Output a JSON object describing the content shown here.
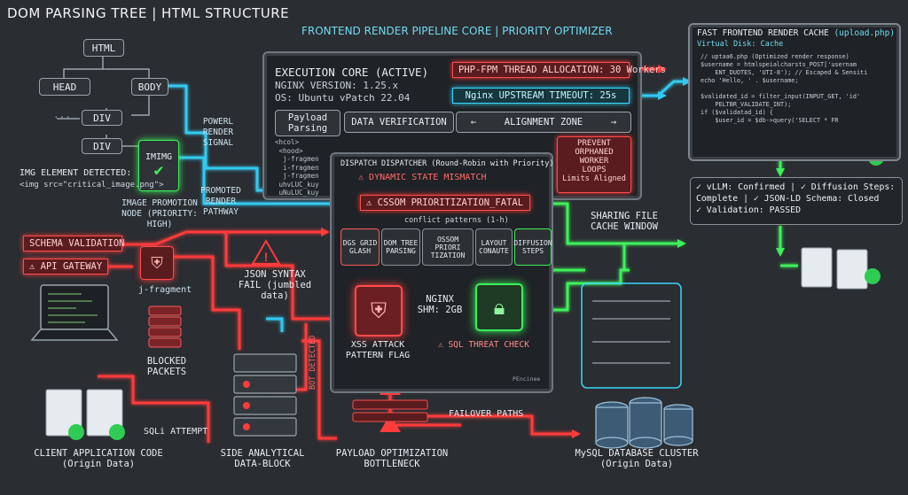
{
  "title": "DOM PARSING TREE | HTML STRUCTURE",
  "pipeline_title": "FRONTEND RENDER PIPELINE CORE | PRIORITY OPTIMIZER",
  "dom_tree": {
    "html": "HTML",
    "head": "HEAD",
    "body": "BODY",
    "dots": "···",
    "div1": "DIV",
    "div2": "DIV",
    "img_node": "IMIMG",
    "img_detected": "IMG ELEMENT DETECTED:",
    "img_src": "<img src=\"critical_image.png\">",
    "img_promo": "IMAGE PROMOTION\nNODE (PRIORITY: HIGH)",
    "signal": "POWERL\nRENDER\nSIGNAL",
    "pathway": "PROMOTED\nRENDER\nPATHWAY"
  },
  "exec_core": {
    "title": "EXECUTION CORE (ACTIVE)",
    "nginx": "NGINX VERSION: 1.25.x",
    "os": "OS: Ubuntu vPatch 22.04",
    "php_fpm": "PHP-FPM THREAD ALLOCATION: 30 Workers",
    "nginx_timeout": "Nginx UPSTREAM TIMEOUT: 25s",
    "payload_parsing": "Payload\nParsing",
    "data_verification": "DATA VERIFICATION",
    "alignment_zone": "←     ALIGNMENT ZONE     →",
    "prevent": "PREVENT\nORPHANED\nWORKER\nLOOPS",
    "limits": "Limits Aligned",
    "mini_code": "<hcol>\n <hood>\n  j-fragmen\n  i-fragmen\n  j-fragmen\n uhvLUC_kuy\n uNuLUC_kuy"
  },
  "dispatcher": {
    "title": "DISPATCH DISPATCHER (Round-Robin with Priority)",
    "mismatch": "DYNAMIC STATE MISMATCH",
    "cssom_fatal": "CSSOM PRIORITIZATION_FATAL",
    "conflict": "conflict patterns (1-h)",
    "chips": [
      "DGS GRID\nGLASH",
      "DOM TREE\nPARSING",
      "OSSOM\nPRIORI TIZATION",
      "LAYOUT\nCONAUTE",
      "DIFFUSION\nSTEPS"
    ],
    "nginx_shm": "NGINX\nSHM: 2GB",
    "xss": "XSS ATTACK\nPATTERN FLAG",
    "sql_threat": "SQL THREAT CHECK",
    "panel_tag": "PEncinee"
  },
  "left": {
    "schema": "SCHEMA VALIDATION",
    "api_gateway": "API GATEWAY",
    "j_fragment": "j-fragment",
    "json_fail": "JSON SYNTAX\nFAIL (jumbled data)",
    "blocked": "BLOCKED\nPACKETS",
    "sqli": "SQLi ATTEMPT",
    "client_code": "CLIENT APPLICATION CODE\n(Origin Data)",
    "side_block": "SIDE ANALYTICAL\nDATA-BLOCK",
    "bot": "BOT DETECTED",
    "bottleneck": "PAYLOAD OPTIMIZATION\nBOTTLENECK",
    "failover": "FAILOVER PATHS"
  },
  "right": {
    "cache_title": "FAST FRONTEND RENDER CACHE",
    "cache_file": "(upload.php)",
    "virtual_disk": "Virtual Disk: Cache",
    "cache_code": "// uptaa6.php (Optimized render response)\n$username = htmlspeialcharsts_POST['usernam\n    ENT_DUOTES, 'UTI-8'); // Escaped & Sensiti\necho 'Hello, ' . $username;\n\n$validated_id = filter_input(INPUT_GET, 'id'\n    PELTBR_VALIDATE_INT);\nif ($validatad_id) {\n    $user_id = $db->query('SELECT * FR",
    "sharing": "SHARING FILE\nCACHE WINDOW",
    "vllm": "✓ vLLM: Confirmed | ✓ Diffusion Steps:\nComplete | ✓ JSON-LD Schema: Closed\n✓ Validation: PASSED",
    "mysql": "MySQL DATABASE CLUSTER\n(Origin Data)"
  },
  "colors": {
    "bg": "#2a2d31",
    "red": "#ff3b3b",
    "cyan": "#32c9f0",
    "green": "#3cf05a",
    "check_green": "#2ecc52"
  }
}
